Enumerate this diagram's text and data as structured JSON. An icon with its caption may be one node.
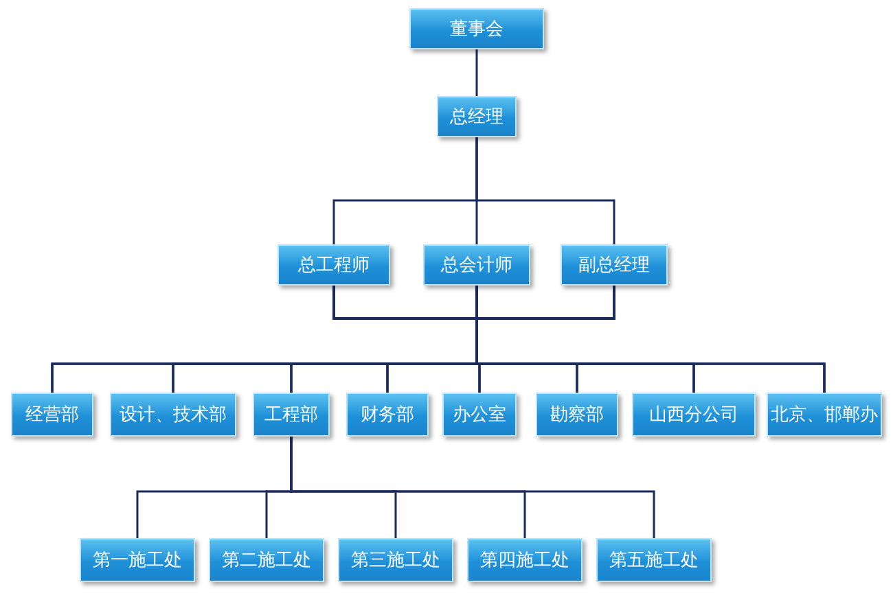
{
  "diagram": {
    "nodes": [
      {
        "text": [
          "董事会"
        ]
      },
      {
        "text": [
          "总经理"
        ]
      },
      {
        "text": [
          "总工程师"
        ]
      },
      {
        "text": [
          "总会计师"
        ]
      },
      {
        "text": [
          "副总经理"
        ]
      },
      {
        "text": [
          "经营部"
        ]
      },
      {
        "text": [
          "设计、技术部"
        ]
      },
      {
        "text": [
          "工程部"
        ]
      },
      {
        "text": [
          "财务部"
        ]
      },
      {
        "text": [
          "办公室"
        ]
      },
      {
        "text": [
          "勘察部"
        ]
      },
      {
        "text": [
          "山西分公司"
        ]
      },
      {
        "text": [
          "北京、邯郸办"
        ]
      },
      {
        "text": [
          "第一施工处"
        ]
      },
      {
        "text": [
          "第二施工处"
        ]
      },
      {
        "text": [
          "第三施工处"
        ]
      },
      {
        "text": [
          "第四施工处"
        ]
      },
      {
        "text": [
          "第五施工处"
        ]
      }
    ],
    "edges": [
      {
        "from": 0,
        "to": 1,
        "arrow": "none"
      },
      {
        "from": 1,
        "to": 2,
        "arrow": "none"
      },
      {
        "from": 1,
        "to": 3,
        "arrow": "none"
      },
      {
        "from": 1,
        "to": 4,
        "arrow": "none"
      },
      {
        "from": 2,
        "to": 5,
        "arrow": "none"
      },
      {
        "from": 2,
        "to": 6,
        "arrow": "none"
      },
      {
        "from": 2,
        "to": 7,
        "arrow": "none"
      },
      {
        "from": 2,
        "to": 8,
        "arrow": "none"
      },
      {
        "from": 2,
        "to": 9,
        "arrow": "none"
      },
      {
        "from": 2,
        "to": 10,
        "arrow": "none"
      },
      {
        "from": 2,
        "to": 11,
        "arrow": "none"
      },
      {
        "from": 2,
        "to": 12,
        "arrow": "none"
      },
      {
        "from": 3,
        "to": 5,
        "arrow": "none"
      },
      {
        "from": 3,
        "to": 6,
        "arrow": "none"
      },
      {
        "from": 3,
        "to": 7,
        "arrow": "none"
      },
      {
        "from": 3,
        "to": 8,
        "arrow": "none"
      },
      {
        "from": 3,
        "to": 9,
        "arrow": "none"
      },
      {
        "from": 3,
        "to": 10,
        "arrow": "none"
      },
      {
        "from": 3,
        "to": 11,
        "arrow": "none"
      },
      {
        "from": 3,
        "to": 12,
        "arrow": "none"
      },
      {
        "from": 4,
        "to": 5,
        "arrow": "none"
      },
      {
        "from": 4,
        "to": 6,
        "arrow": "none"
      },
      {
        "from": 4,
        "to": 7,
        "arrow": "none"
      },
      {
        "from": 4,
        "to": 8,
        "arrow": "none"
      },
      {
        "from": 4,
        "to": 9,
        "arrow": "none"
      },
      {
        "from": 4,
        "to": 10,
        "arrow": "none"
      },
      {
        "from": 4,
        "to": 11,
        "arrow": "none"
      },
      {
        "from": 4,
        "to": 12,
        "arrow": "none"
      },
      {
        "from": 7,
        "to": 13,
        "arrow": "none"
      },
      {
        "from": 7,
        "to": 14,
        "arrow": "none"
      },
      {
        "from": 7,
        "to": 15,
        "arrow": "none"
      },
      {
        "from": 7,
        "to": 16,
        "arrow": "none"
      },
      {
        "from": 7,
        "to": 17,
        "arrow": "none"
      }
    ]
  }
}
